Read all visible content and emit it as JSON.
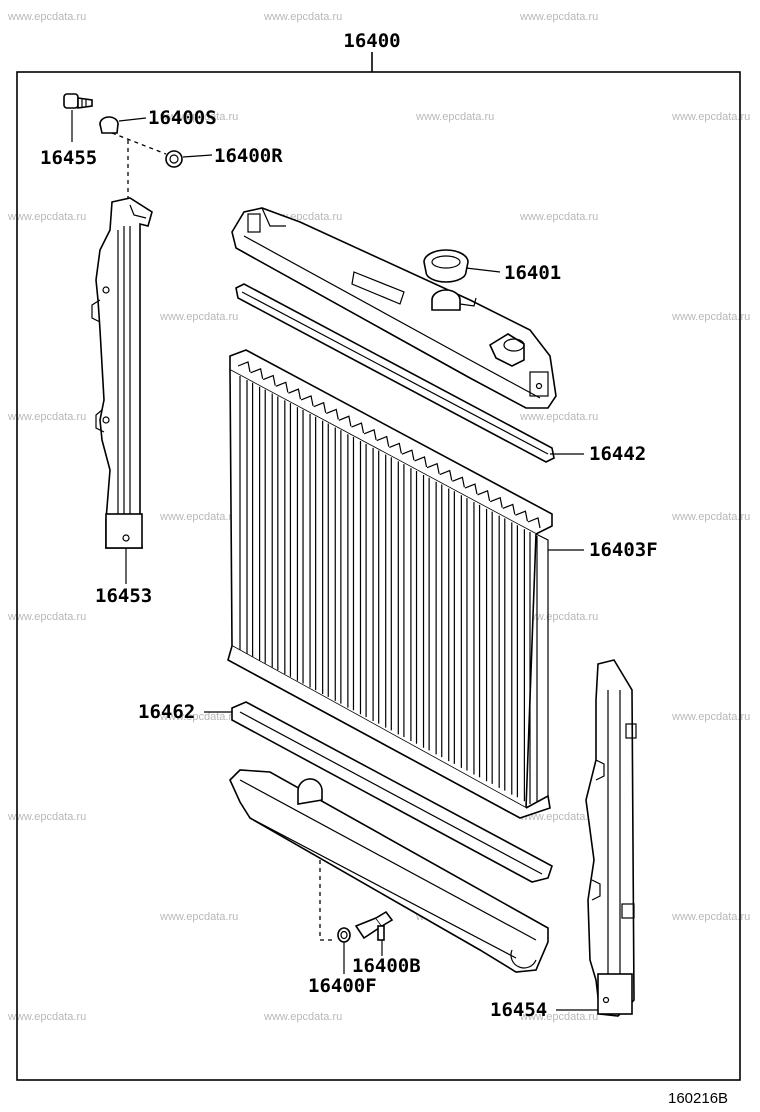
{
  "diagram": {
    "assembly_number": "16400",
    "drawing_number": "160216B",
    "watermark_text": "www.epcdata.ru",
    "parts": {
      "drain_plug_screw": "16455",
      "drain_cock_plug_upper": "16400S",
      "drain_cock_o_ring_upper": "16400R",
      "radiator_cap": "16401",
      "upper_tank_gasket": "16442",
      "radiator_core": "16403F",
      "left_support": "16453",
      "lower_tank_gasket": "16462",
      "drain_cock_plug_lower": "16400B",
      "drain_cock_o_ring_lower": "16400F",
      "right_support": "16454"
    }
  }
}
